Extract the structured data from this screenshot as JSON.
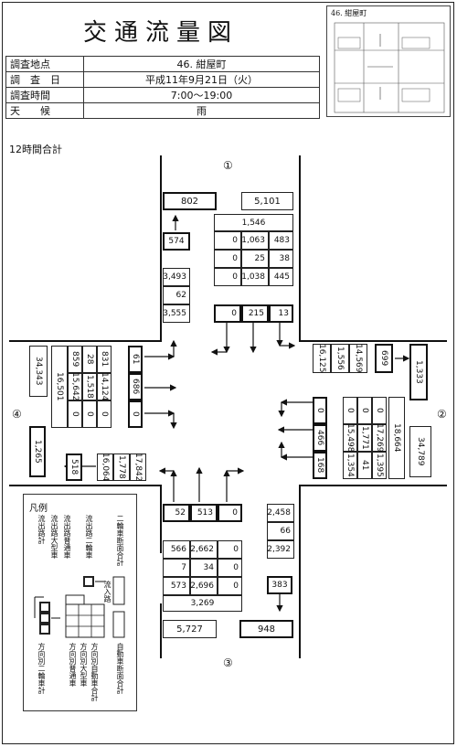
{
  "header": {
    "title": "交通流量図",
    "info": [
      {
        "key": "調査地点",
        "value": "46. 紺屋町"
      },
      {
        "key": "調　査　日",
        "value": "平成11年9月21日（火）"
      },
      {
        "key": "調査時間",
        "value": "7:00〜19:00"
      },
      {
        "key": "天　　候",
        "value": "雨"
      }
    ],
    "inset_label": "46. 紺屋町"
  },
  "section_label": "12時間合計",
  "approaches": {
    "north": "①",
    "east": "②",
    "south": "③",
    "west": "④"
  },
  "north": {
    "out_total": "802",
    "in_total": "5,101",
    "out_bike": "574",
    "in_sum": "1,546",
    "matrix": [
      [
        "0",
        "1,063",
        "483"
      ],
      [
        "0",
        "25",
        "38"
      ],
      [
        "0",
        "1,038",
        "445"
      ]
    ],
    "exit_stack": [
      "3,493",
      "62",
      "3,555"
    ],
    "bike_row": [
      "0",
      "215",
      "13"
    ]
  },
  "east": {
    "exit_stack": [
      "16,125",
      "1,556",
      "14,569"
    ],
    "out_bike": "699",
    "out_total": "1,333",
    "in_bike": [
      "0",
      "466",
      "168"
    ],
    "matrix": [
      [
        "0",
        "15,498",
        "1,354"
      ],
      [
        "0",
        "1,771",
        "41"
      ],
      [
        "0",
        "17,269",
        "1,395"
      ]
    ],
    "in_sum": "18,664",
    "in_total": "34,789"
  },
  "west": {
    "in_total": "34,343",
    "in_sum": "16,501",
    "matrix": [
      [
        "859",
        "15,642",
        "0"
      ],
      [
        "28",
        "1,518",
        "0"
      ],
      [
        "831",
        "14,124",
        "0"
      ]
    ],
    "in_bike": [
      "61",
      "686",
      "0"
    ],
    "out_total": "1,265",
    "out_bike": "518",
    "exit_stack": [
      "16,064",
      "1,778",
      "17,842"
    ]
  },
  "south": {
    "bike_row": [
      "52",
      "513",
      "0"
    ],
    "exit_stack": [
      "2,458",
      "66",
      "2,392"
    ],
    "matrix": [
      [
        "566",
        "2,662",
        "0"
      ],
      [
        "7",
        "34",
        "0"
      ],
      [
        "573",
        "2,696",
        "0"
      ]
    ],
    "in_sum": "3,269",
    "out_bike": "383",
    "in_total": "5,727",
    "out_total": "948"
  },
  "legend": {
    "title": "凡例",
    "col_labels": [
      "流出路計",
      "流出路大型車",
      "流出路普通車",
      "流出路二輪車",
      "二輪車断面合計"
    ],
    "bottom_labels": [
      "方向別二輪車計",
      "方向別普通車",
      "方向別大型車",
      "方向別自動車合計",
      "流入路",
      "自動車断面合計"
    ]
  }
}
